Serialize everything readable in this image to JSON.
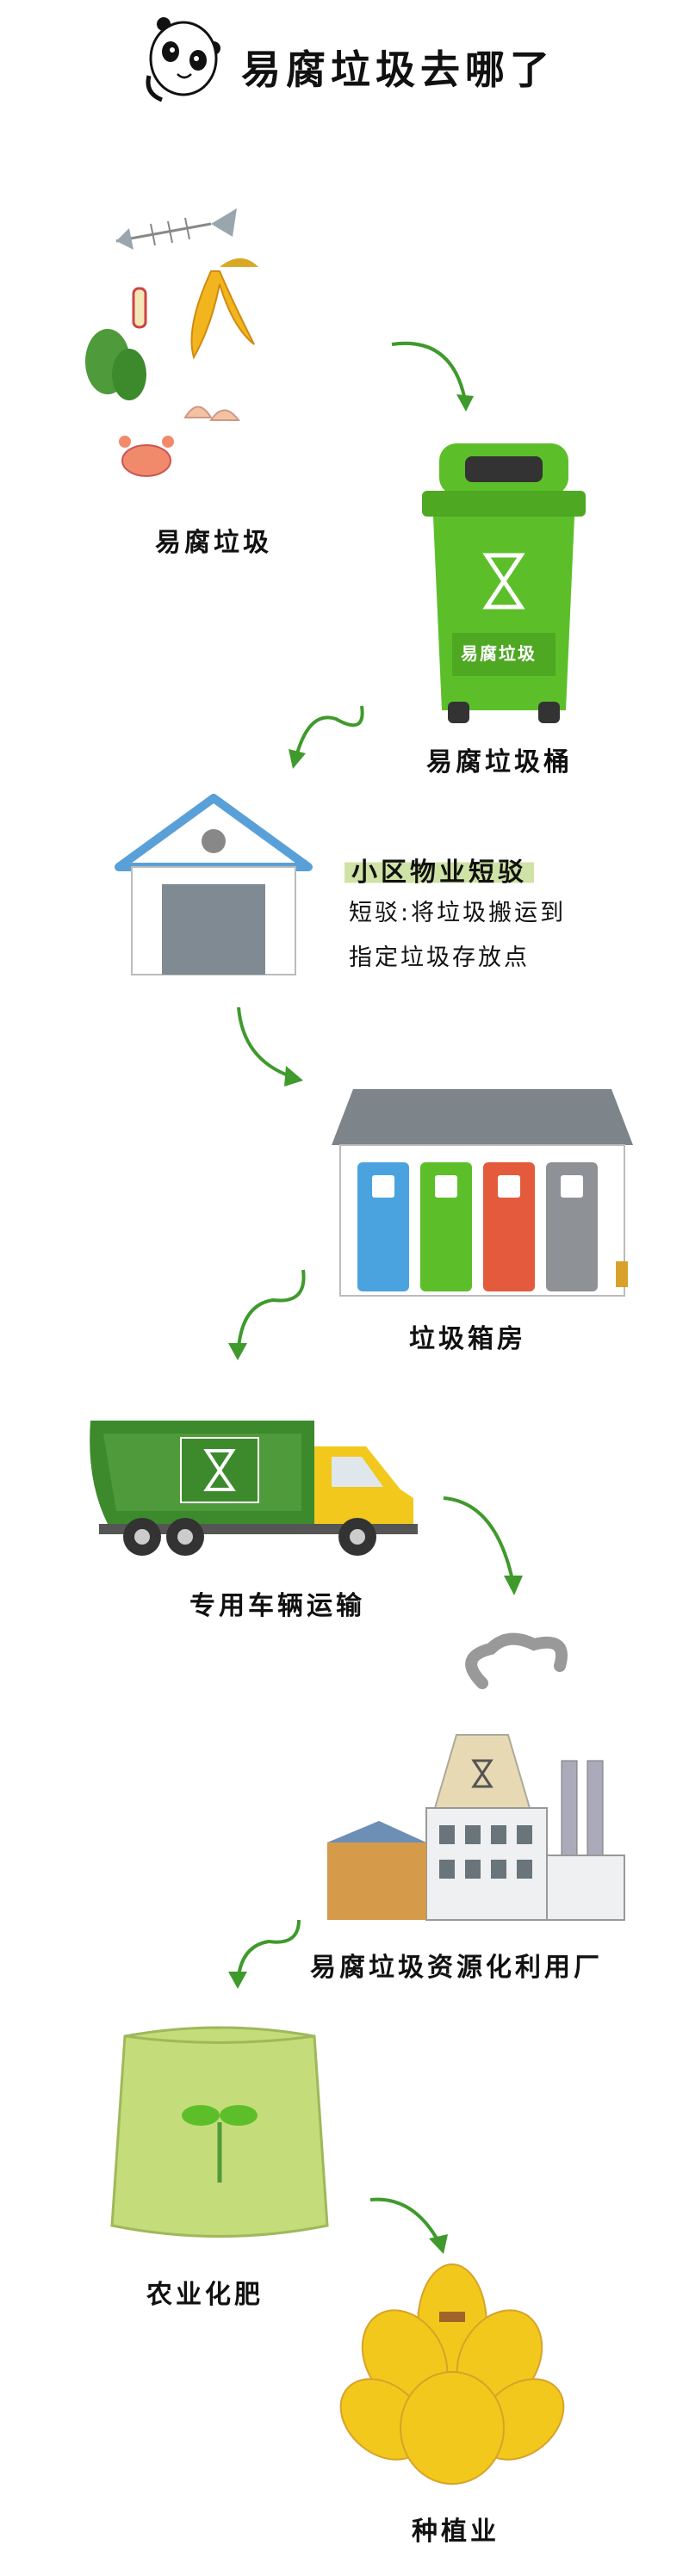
{
  "title": "易腐垃圾去哪了",
  "steps": {
    "waste": "易腐垃圾",
    "bin": "易腐垃圾桶",
    "bin_sticker": "易腐垃圾",
    "property_title": "小区物业短驳",
    "property_desc_1": "短驳:将垃圾搬运到",
    "property_desc_2": "指定垃圾存放点",
    "room": "垃圾箱房",
    "truck": "专用车辆运输",
    "factory": "易腐垃圾资源化利用厂",
    "fertilizer": "农业化肥",
    "farming": "种植业"
  },
  "colors": {
    "green": "#5cbf2a",
    "light_green": "#cfe3a6",
    "arrow": "#3f9a2c",
    "blue": "#4aa3df",
    "red": "#e45a3c",
    "gray": "#8e9296",
    "yellow": "#f2c81c"
  }
}
